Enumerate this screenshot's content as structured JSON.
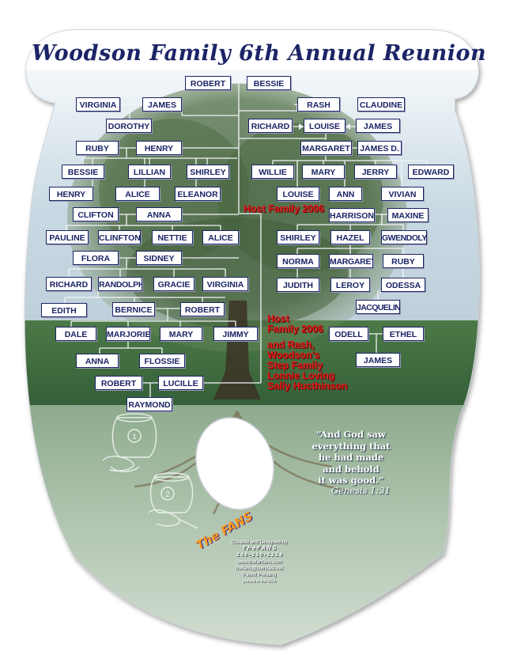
{
  "title": "Woodson Family 6th Annual Reunion",
  "people": {
    "robert_top": "ROBERT",
    "bessie": "BESSIE",
    "virginia_1": "VIRGINIA",
    "james_1": "JAMES",
    "rash": "RASH",
    "claudine": "CLAUDINE",
    "dorothy": "DOROTHY",
    "richard_1": "RICHARD",
    "louise_1": "LOUISE",
    "james_2": "JAMES",
    "ruby_1": "RUBY",
    "henry_1": "HENRY",
    "margaret_1": "MARGARET",
    "james_d": "JAMES D.",
    "bessie_2": "BESSIE",
    "lillian": "LILLIAN",
    "shirley_1": "SHIRLEY",
    "willie": "WILLIE",
    "mary_1": "MARY",
    "jerry": "JERRY",
    "edward": "EDWARD",
    "henry_2": "HENRY",
    "alice_1": "ALICE",
    "eleanor": "ELEANOR",
    "louise_2": "LOUISE",
    "ann": "ANN",
    "vivian": "VIVIAN",
    "clifton_1": "CLIFTON",
    "anna_1": "ANNA",
    "harrison": "HARRISON",
    "maxine": "MAXINE",
    "pauline": "PAULINE",
    "clinfton": "CLINFTON",
    "nettie": "NETTIE",
    "alice_2": "ALICE",
    "shirley_2": "SHIRLEY",
    "hazel": "HAZEL",
    "gwendolyn": "GWENDOLYN",
    "flora": "FLORA",
    "sidney": "SIDNEY",
    "norma": "NORMA",
    "margaret_2": "MARGARET",
    "ruby_2": "RUBY",
    "richard_2": "RICHARD",
    "randolph": "RANDOLPH",
    "gracie": "GRACIE",
    "virginia_2": "VIRGINIA",
    "judith": "JUDITH",
    "leroy": "LEROY",
    "odessa": "ODESSA",
    "edith": "EDITH",
    "bernice": "BERNICE",
    "robert_2": "ROBERT",
    "jacqueline": "JACQUELINE",
    "dale": "DALE",
    "marjorie": "MARJORIE",
    "mary_2": "MARY",
    "jimmy": "JIMMY",
    "odell": "ODELL",
    "ethel": "ETHEL",
    "anna_2": "ANNA",
    "flossie": "FLOSSIE",
    "james_3": "JAMES",
    "robert_3": "ROBERT",
    "lucille": "LUCILLE",
    "raymond": "RAYMOND"
  },
  "host_family_1": "Host Family 2006",
  "host_family_2": {
    "line1": "Host",
    "line2": "Family 2006",
    "line3": "and Rash,",
    "line4": "Woodson's",
    "line5": "Step Family",
    "line6": "Lonnie Loving",
    "line7": "Sally Hucthinson"
  },
  "quote": {
    "line1": "“And God saw",
    "line2": "everything that",
    "line3": "he had made",
    "line4": "and behold",
    "line5": "it was good.”",
    "reference": "Genesis 1:31"
  },
  "credits": {
    "line1": "Created and Designed by",
    "line2": "T h e  F A N S",
    "line3": "2 4 0 • 2 1 0 • 2 2 1 4",
    "line4": "www.thefanfans.com",
    "line5": "thefans@comcast.net",
    "line6": "Patent Pending",
    "line7": "printed in the USA"
  },
  "logo_text": "The FANS",
  "step_numbers": [
    "1",
    "2"
  ],
  "colors": {
    "navy": "#1b2466",
    "red": "#e01818",
    "sky": "#d9e6ee",
    "grass": "#3f6b3f",
    "root_panel": "#a9bfa6",
    "logo_orange": "#ff9a1a"
  },
  "icons": [
    "hand-pouring-jar-icon",
    "hand-holding-jar-icon",
    "thefans-logo-icon"
  ]
}
